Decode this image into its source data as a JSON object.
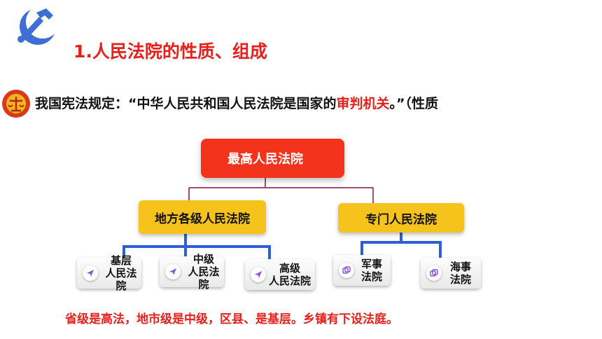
{
  "title": "1.人民法院的性质、组成",
  "statement": {
    "prefix": "我国宪法规定：“中华人民共和国人民法院是国家的",
    "highlight": "审判机关",
    "suffix": "。”（性质"
  },
  "org_chart": {
    "root": "最高人民法院",
    "branches": [
      {
        "label": "地方各级人民法院",
        "children": [
          {
            "line1": "基层",
            "line2": "人民法院",
            "icon": "send-icon"
          },
          {
            "line1": "中级",
            "line2": "人民法院",
            "icon": "send-icon"
          },
          {
            "line1": "高级",
            "line2": "人民法院",
            "icon": "send-icon"
          }
        ]
      },
      {
        "label": "专门人民法院",
        "children": [
          {
            "line1": "军事",
            "line2": "法院",
            "icon": "copy-icon"
          },
          {
            "line1": "海事",
            "line2": "法院",
            "icon": "copy-icon"
          }
        ]
      }
    ]
  },
  "note": "省级是高法，地市级是中级，区县、是基层。乡镇有下设法庭。",
  "colors": {
    "accent_red": "#e8201c",
    "root_box": "#f3331b",
    "branch_box": "#f6c31c",
    "connector_blue": "#2e5fd6",
    "connector_maroon": "#a0506a"
  }
}
